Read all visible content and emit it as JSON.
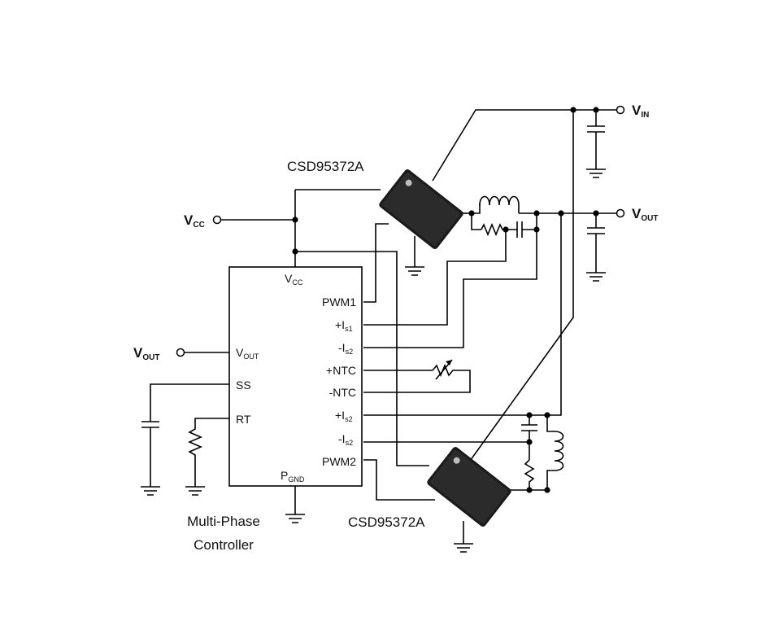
{
  "chips": {
    "top": "CSD95372A",
    "bottom": "CSD95372A"
  },
  "controller": {
    "label_line1": "Multi-Phase",
    "label_line2": "Controller",
    "pins": {
      "vcc_main": "V",
      "vcc_sub": "CC",
      "vout_main": "V",
      "vout_sub": "OUT",
      "ss": "SS",
      "rt": "RT",
      "pwm1": "PWM1",
      "is1p_main": "+I",
      "is1p_sub": "s1",
      "is1n_main": "-I",
      "is1n_sub": "s2",
      "ntcp": "+NTC",
      "ntcn": "-NTC",
      "is2p_main": "+I",
      "is2p_sub": "s2",
      "is2n_main": "-I",
      "is2n_sub": "s2",
      "pwm2": "PWM2",
      "pgnd_main": "P",
      "pgnd_sub": "GND"
    }
  },
  "terminals": {
    "vin_main": "V",
    "vin_sub": "IN",
    "vout_right_main": "V",
    "vout_right_sub": "OUT",
    "vcc_left_main": "V",
    "vcc_left_sub": "CC",
    "vout_left_main": "V",
    "vout_left_sub": "OUT"
  }
}
